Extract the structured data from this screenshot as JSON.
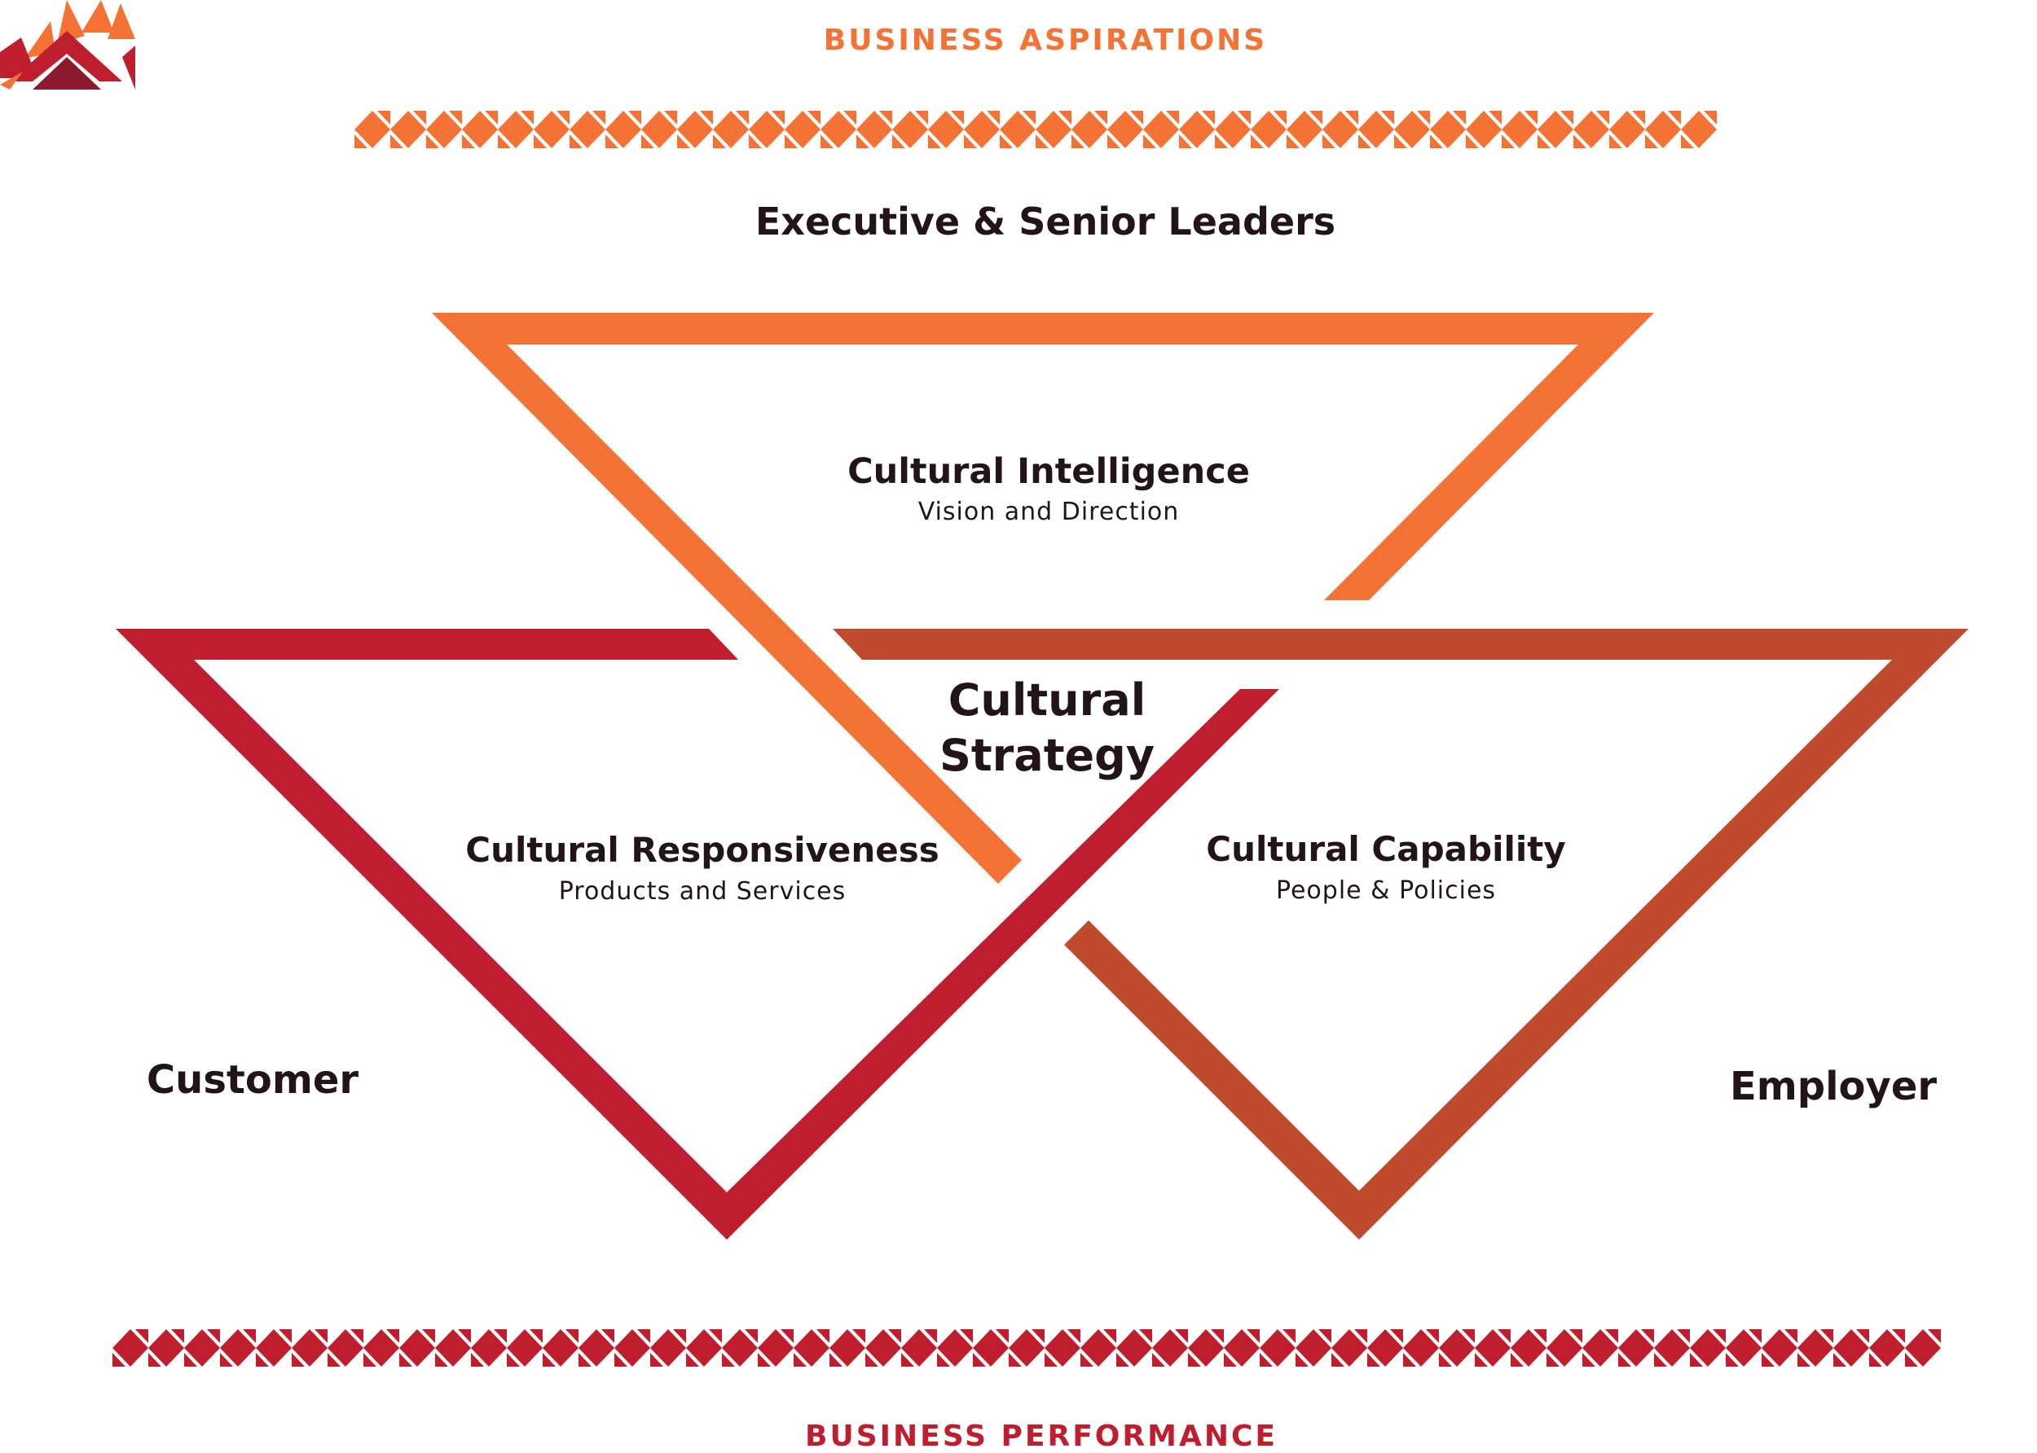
{
  "header": {
    "title": "BUSINESS ASPIRATIONS"
  },
  "footer": {
    "title": "BUSINESS PERFORMANCE"
  },
  "top_audience": "Executive & Senior Leaders",
  "center": {
    "line1": "Cultural",
    "line2": "Strategy"
  },
  "pillars": {
    "intelligence": {
      "title": "Cultural Intelligence",
      "subtitle": "Vision and Direction"
    },
    "responsiveness": {
      "title": "Cultural Responsiveness",
      "subtitle": "Products and Services"
    },
    "capability": {
      "title": "Cultural Capability",
      "subtitle": "People & Policies"
    }
  },
  "side_labels": {
    "left": "Customer",
    "right": "Employer"
  },
  "colors": {
    "orange": "#F47234",
    "crimson": "#BE1E2D",
    "rust": "#C04A2E",
    "maroon": "#8B1A2E",
    "text": "#231418"
  },
  "icons": {
    "logo": "mountain-logo-icon",
    "top_band": "orange-triangle-pattern",
    "bottom_band": "crimson-triangle-pattern"
  }
}
